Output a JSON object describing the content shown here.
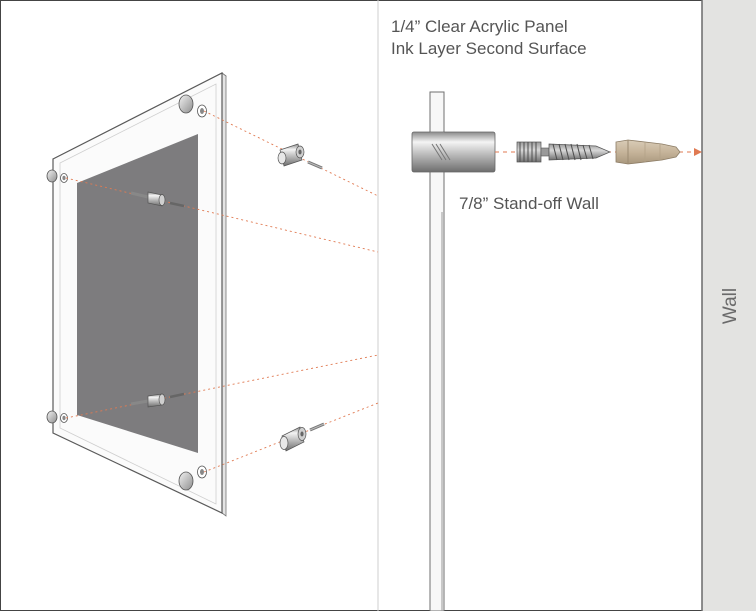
{
  "labels": {
    "panel_line1": "1/4” Clear Acrylic Panel",
    "panel_line2": "Ink Layer Second Surface",
    "standoff": "7/8” Stand-off Wall",
    "wall": "Wall"
  },
  "colors": {
    "ink_layer": "#7d7c7e",
    "wall_fill": "#e3e3e1",
    "leader_lines": "#e07a52",
    "anchor": "#c8b8a0",
    "divider": "#cfcfcf"
  },
  "icons": {
    "standoff": "standoff-barrel-icon",
    "screw": "screw-icon",
    "anchor": "wall-anchor-icon"
  }
}
